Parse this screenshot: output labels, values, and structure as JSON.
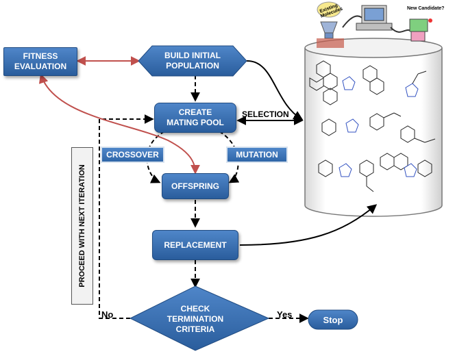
{
  "nodes": {
    "fitness_evaluation": "FITNESS\nEVALUATION",
    "build_initial_population": "BUILD INITIAL\nPOPULATION",
    "create_mating_pool": "CREATE\nMATING POOL",
    "offspring": "OFFSPRING",
    "replacement": "REPLACEMENT",
    "check_termination": "CHECK\nTERMINATION\nCRITERIA",
    "stop": "Stop"
  },
  "labels": {
    "selection": "SELECTION",
    "crossover": "CROSSOVER",
    "mutation": "MUTATION",
    "proceed": "PROCEED WITH NEXT ITERATION",
    "no": "No",
    "yes": "Yes"
  },
  "illustration": {
    "existing_molecules": "Existing Molecules",
    "new_candidate": "New Candidate?"
  },
  "colors": {
    "node_fill": "#3b73b9",
    "red_arrow": "#c0504d",
    "black_arrow": "#000000"
  }
}
